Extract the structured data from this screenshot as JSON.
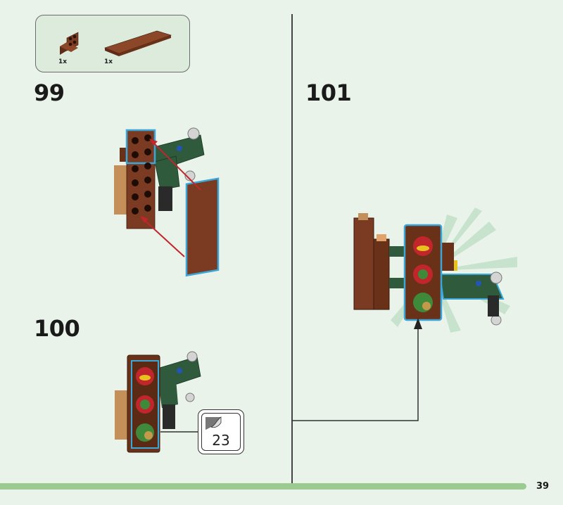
{
  "parts_list": {
    "items": [
      {
        "name": "brown bracket plate",
        "qty": "1x",
        "color": "#7a3b22"
      },
      {
        "name": "brown tile long",
        "qty": "1x",
        "color": "#7a3b22"
      }
    ]
  },
  "steps": [
    {
      "number": "99"
    },
    {
      "number": "100"
    },
    {
      "number": "101"
    }
  ],
  "callout": {
    "number": "23"
  },
  "page": {
    "number": "39"
  },
  "colors": {
    "background": "#eaf3ea",
    "brick_brown": "#7a3b22",
    "brick_dark_green": "#2f5a3c",
    "highlight_blue": "#3aa7d8",
    "arrow_red": "#c0262b",
    "page_bar": "#9bcb90"
  }
}
